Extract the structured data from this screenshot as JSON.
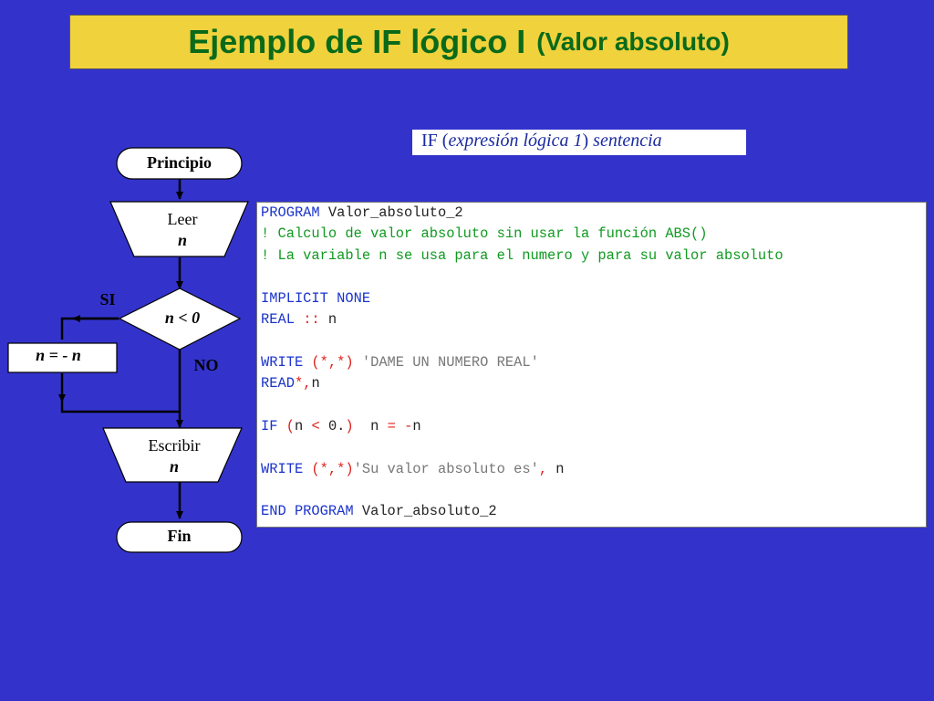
{
  "title": {
    "main": "Ejemplo de IF lógico I",
    "sub": "(Valor absoluto)"
  },
  "syntax": {
    "if": "IF",
    "open": "(",
    "expr": "expresión lógica 1",
    "close": ")",
    "stmt": "sentencia"
  },
  "flowchart": {
    "start": "Principio",
    "read_label": "Leer",
    "read_var": "n",
    "condition": "n < 0",
    "yes_label": "SI",
    "no_label": "NO",
    "assign": "n = - n",
    "write_label": "Escribir",
    "write_var": "n",
    "end": "Fin"
  },
  "code": {
    "l1_kw": "PROGRAM",
    "l1_tx": " Valor_absoluto_2",
    "l2": "! Calculo de valor absoluto sin usar la función ABS()",
    "l3": "! La variable n se usa para el numero y para su valor absoluto",
    "l5": "IMPLICIT NONE",
    "l6_kw": "REAL",
    "l6_op": " ::",
    "l6_tx": " n",
    "l8_kw": "WRITE",
    "l8_op": " (*,*)",
    "l8_st": " 'DAME UN NUMERO REAL'",
    "l9_kw": "READ",
    "l9_op": "*,",
    "l9_tx": "n",
    "l11_kw": "IF",
    "l11_op1": " (",
    "l11_tx1": "n ",
    "l11_op2": "<",
    "l11_tx2": " 0.",
    "l11_op3": ")",
    "l11_tx3": "  n ",
    "l11_op4": "= -",
    "l11_tx4": "n",
    "l13_kw": "WRITE",
    "l13_op": " (*,*)",
    "l13_st": "'Su valor absoluto es'",
    "l13_op2": ",",
    "l13_tx": " n",
    "l15_kw": "END PROGRAM",
    "l15_tx": " Valor_absoluto_2"
  }
}
